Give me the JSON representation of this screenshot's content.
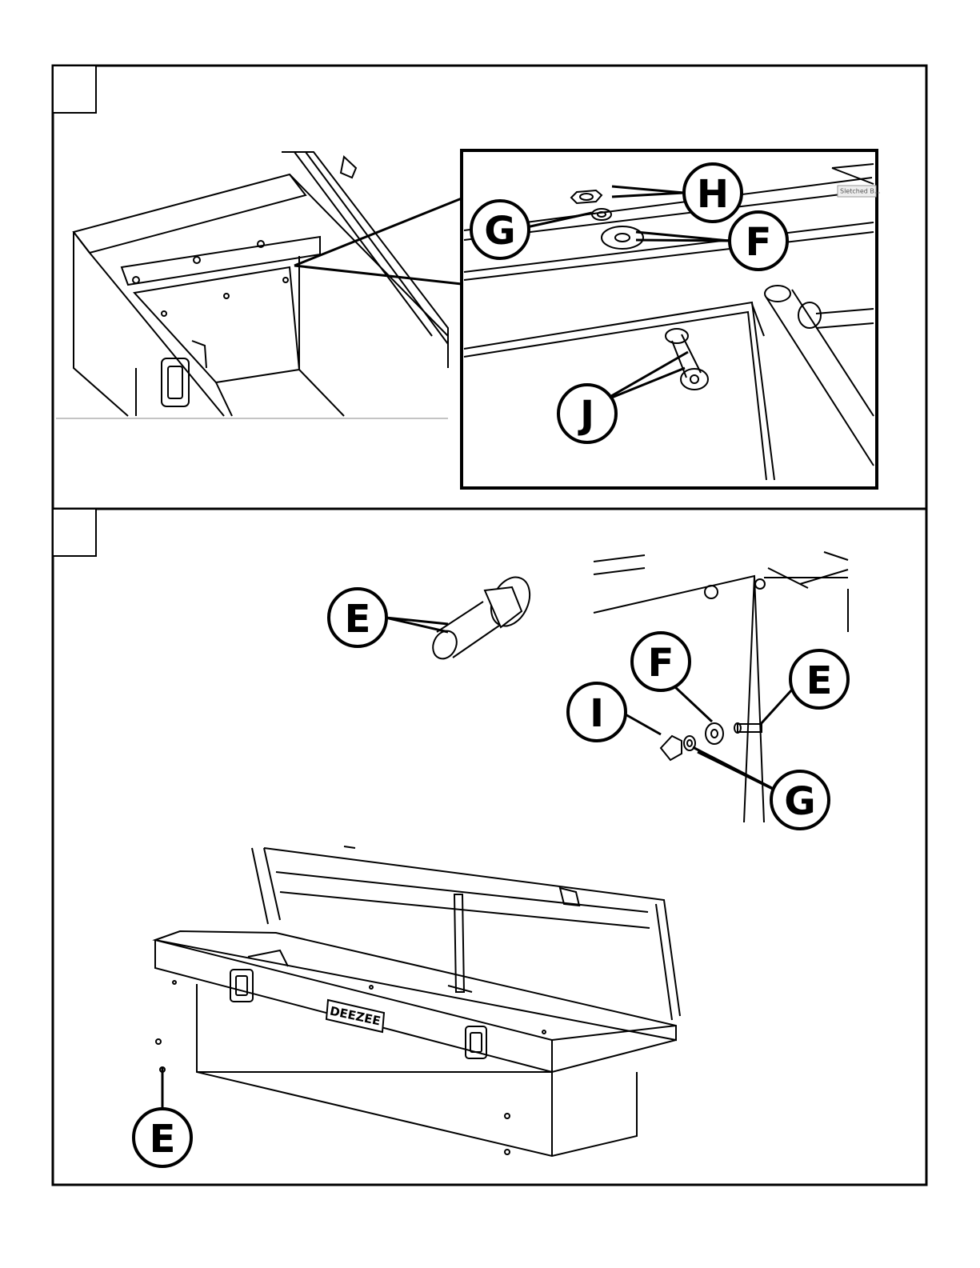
{
  "diagram": {
    "colors": {
      "ink": "#000000",
      "paper": "#ffffff",
      "label_tab": "#eeeeee"
    },
    "step1": {
      "labels": {
        "H": "H",
        "G": "G",
        "F": "F",
        "J": "J"
      },
      "inset_tab_text": "Sletched B..."
    },
    "step2": {
      "labels": {
        "E_bolt": "E",
        "F": "F",
        "E_detail": "E",
        "I": "I",
        "G": "G",
        "E_box": "E"
      },
      "brand_logo": "DEEZEE"
    }
  }
}
